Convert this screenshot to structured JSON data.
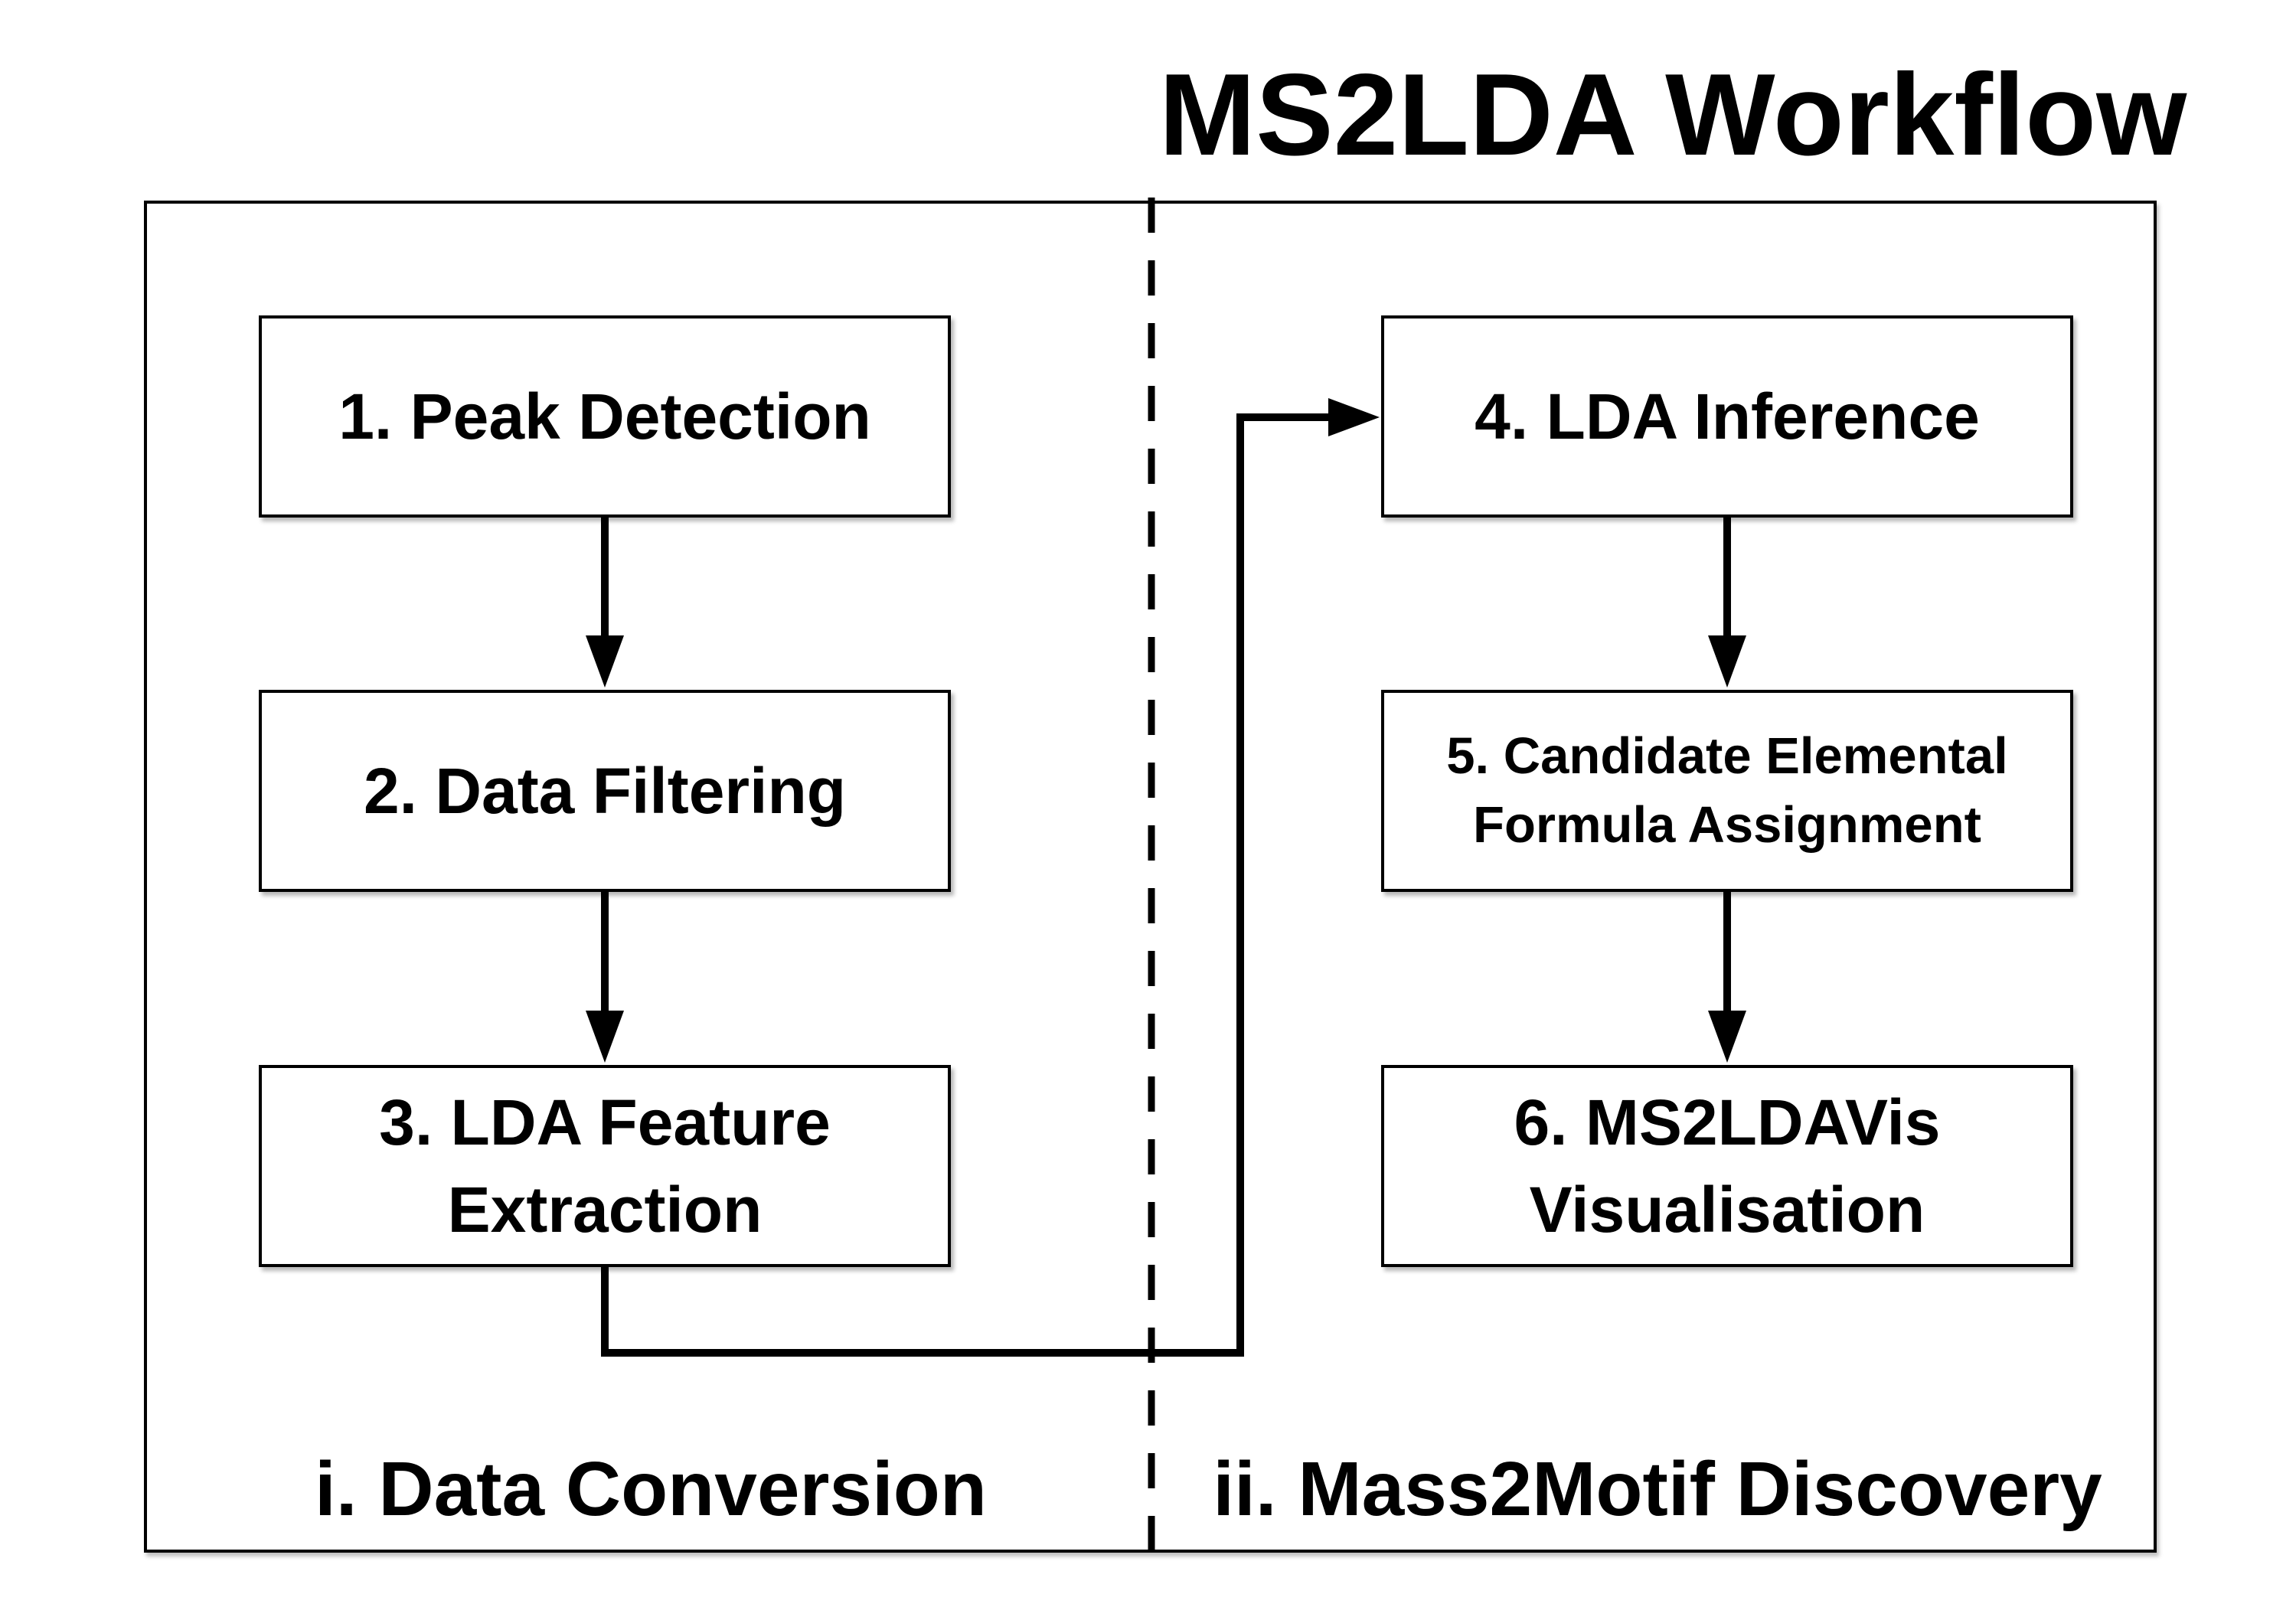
{
  "title": "MS2LDA Workflow",
  "sections": {
    "left_label": "i. Data Conversion",
    "right_label": "ii. Mass2Motif Discovery"
  },
  "steps": [
    {
      "label": "1. Peak Detection"
    },
    {
      "label": "2. Data Filtering"
    },
    {
      "label": "3. LDA Feature\nExtraction"
    },
    {
      "label": "4. LDA Inference"
    },
    {
      "label": "5. Candidate Elemental\nFormula Assignment"
    },
    {
      "label": "6. MS2LDAVis\nVisualisation"
    }
  ],
  "flow": [
    [
      "1. Peak Detection",
      "2. Data Filtering"
    ],
    [
      "2. Data Filtering",
      "3. LDA Feature Extraction"
    ],
    [
      "3. LDA Feature Extraction",
      "4. LDA Inference"
    ],
    [
      "4. LDA Inference",
      "5. Candidate Elemental Formula Assignment"
    ],
    [
      "5. Candidate Elemental Formula Assignment",
      "6. MS2LDAVis Visualisation"
    ]
  ],
  "colors": {
    "stroke": "#000000",
    "background": "#ffffff"
  }
}
